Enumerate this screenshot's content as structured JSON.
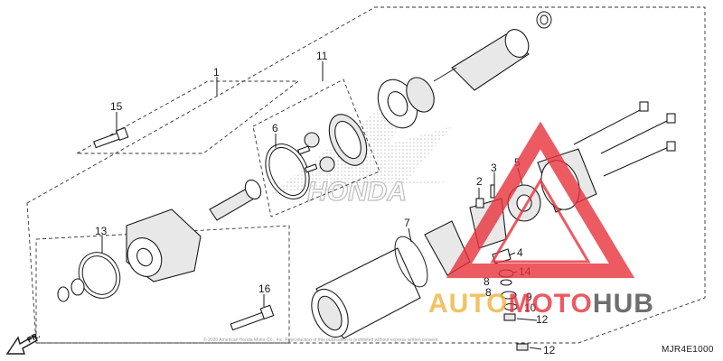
{
  "diagram": {
    "code": "MJR4E1000",
    "copyright": "© 2020 American Honda Motor Co., Inc. Reproduction of this publication is prohibited without express written consent.",
    "brand_mark": "HONDA",
    "direction_label": "FR.",
    "callouts": [
      "1",
      "11",
      "15",
      "6",
      "13",
      "2",
      "3",
      "5",
      "7",
      "4",
      "14",
      "8",
      "8",
      "9",
      "10",
      "12",
      "16",
      "12"
    ]
  },
  "watermark": {
    "part1": "AUTO",
    "part2": "MOTO",
    "part3": "HUB",
    "accent": "#e8323c",
    "secondary": "#f0b43c",
    "dark": "#4a4a4a"
  }
}
